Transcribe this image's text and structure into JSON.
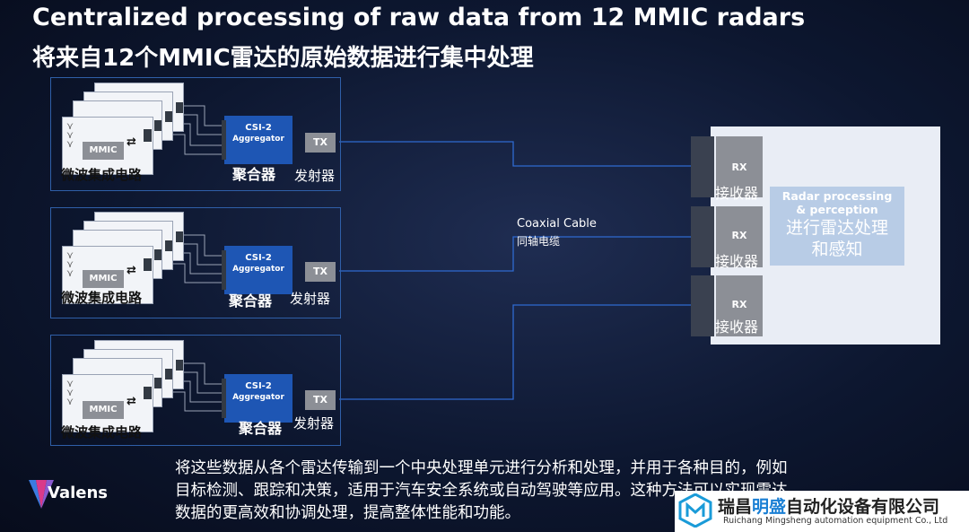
{
  "title_en": "Centralized processing of raw data from 12 MMIC radars",
  "title_cn": "将来自12个MMIC雷达的原始数据进行集中处理",
  "mmic_label": "MMIC",
  "mmic_cn": "微波集成电路",
  "aggregator_line1": "CSI-2",
  "aggregator_line2": "Aggregator",
  "aggregator_cn": "聚合器",
  "tx_label": "TX",
  "tx_cn": "发射器",
  "cable_en": "Coaxial Cable",
  "cable_cn": "同轴电缆",
  "rx_label": "RX",
  "rx_cn": "接收器",
  "proc_en_1": "Radar processing",
  "proc_en_2": "& perception",
  "proc_cn_1": "进行雷达处理",
  "proc_cn_2": "和感知",
  "body_lines": [
    "将这些数据从各个雷达传输到一个中央处理单元进行分析和处理，并用于各种目的，例如",
    "目标检测、跟踪和决策，适用于汽车安全系统或自动驾驶等应用。这种方法可以实现雷达",
    "数据的更高效和协调处理，提高整体性能和功能。"
  ],
  "brand_valens": "Valens",
  "brand_cn_part1": "瑞昌",
  "brand_cn_part2": "明盛",
  "brand_cn_part3": "自动化设备有限公司",
  "brand_en": "Ruichang Mingsheng automation equipment Co., Ltd",
  "colors": {
    "accent_blue": "#1e56b4",
    "line_blue": "#2f5fa8",
    "brand_blue": "#1a7fd4"
  }
}
